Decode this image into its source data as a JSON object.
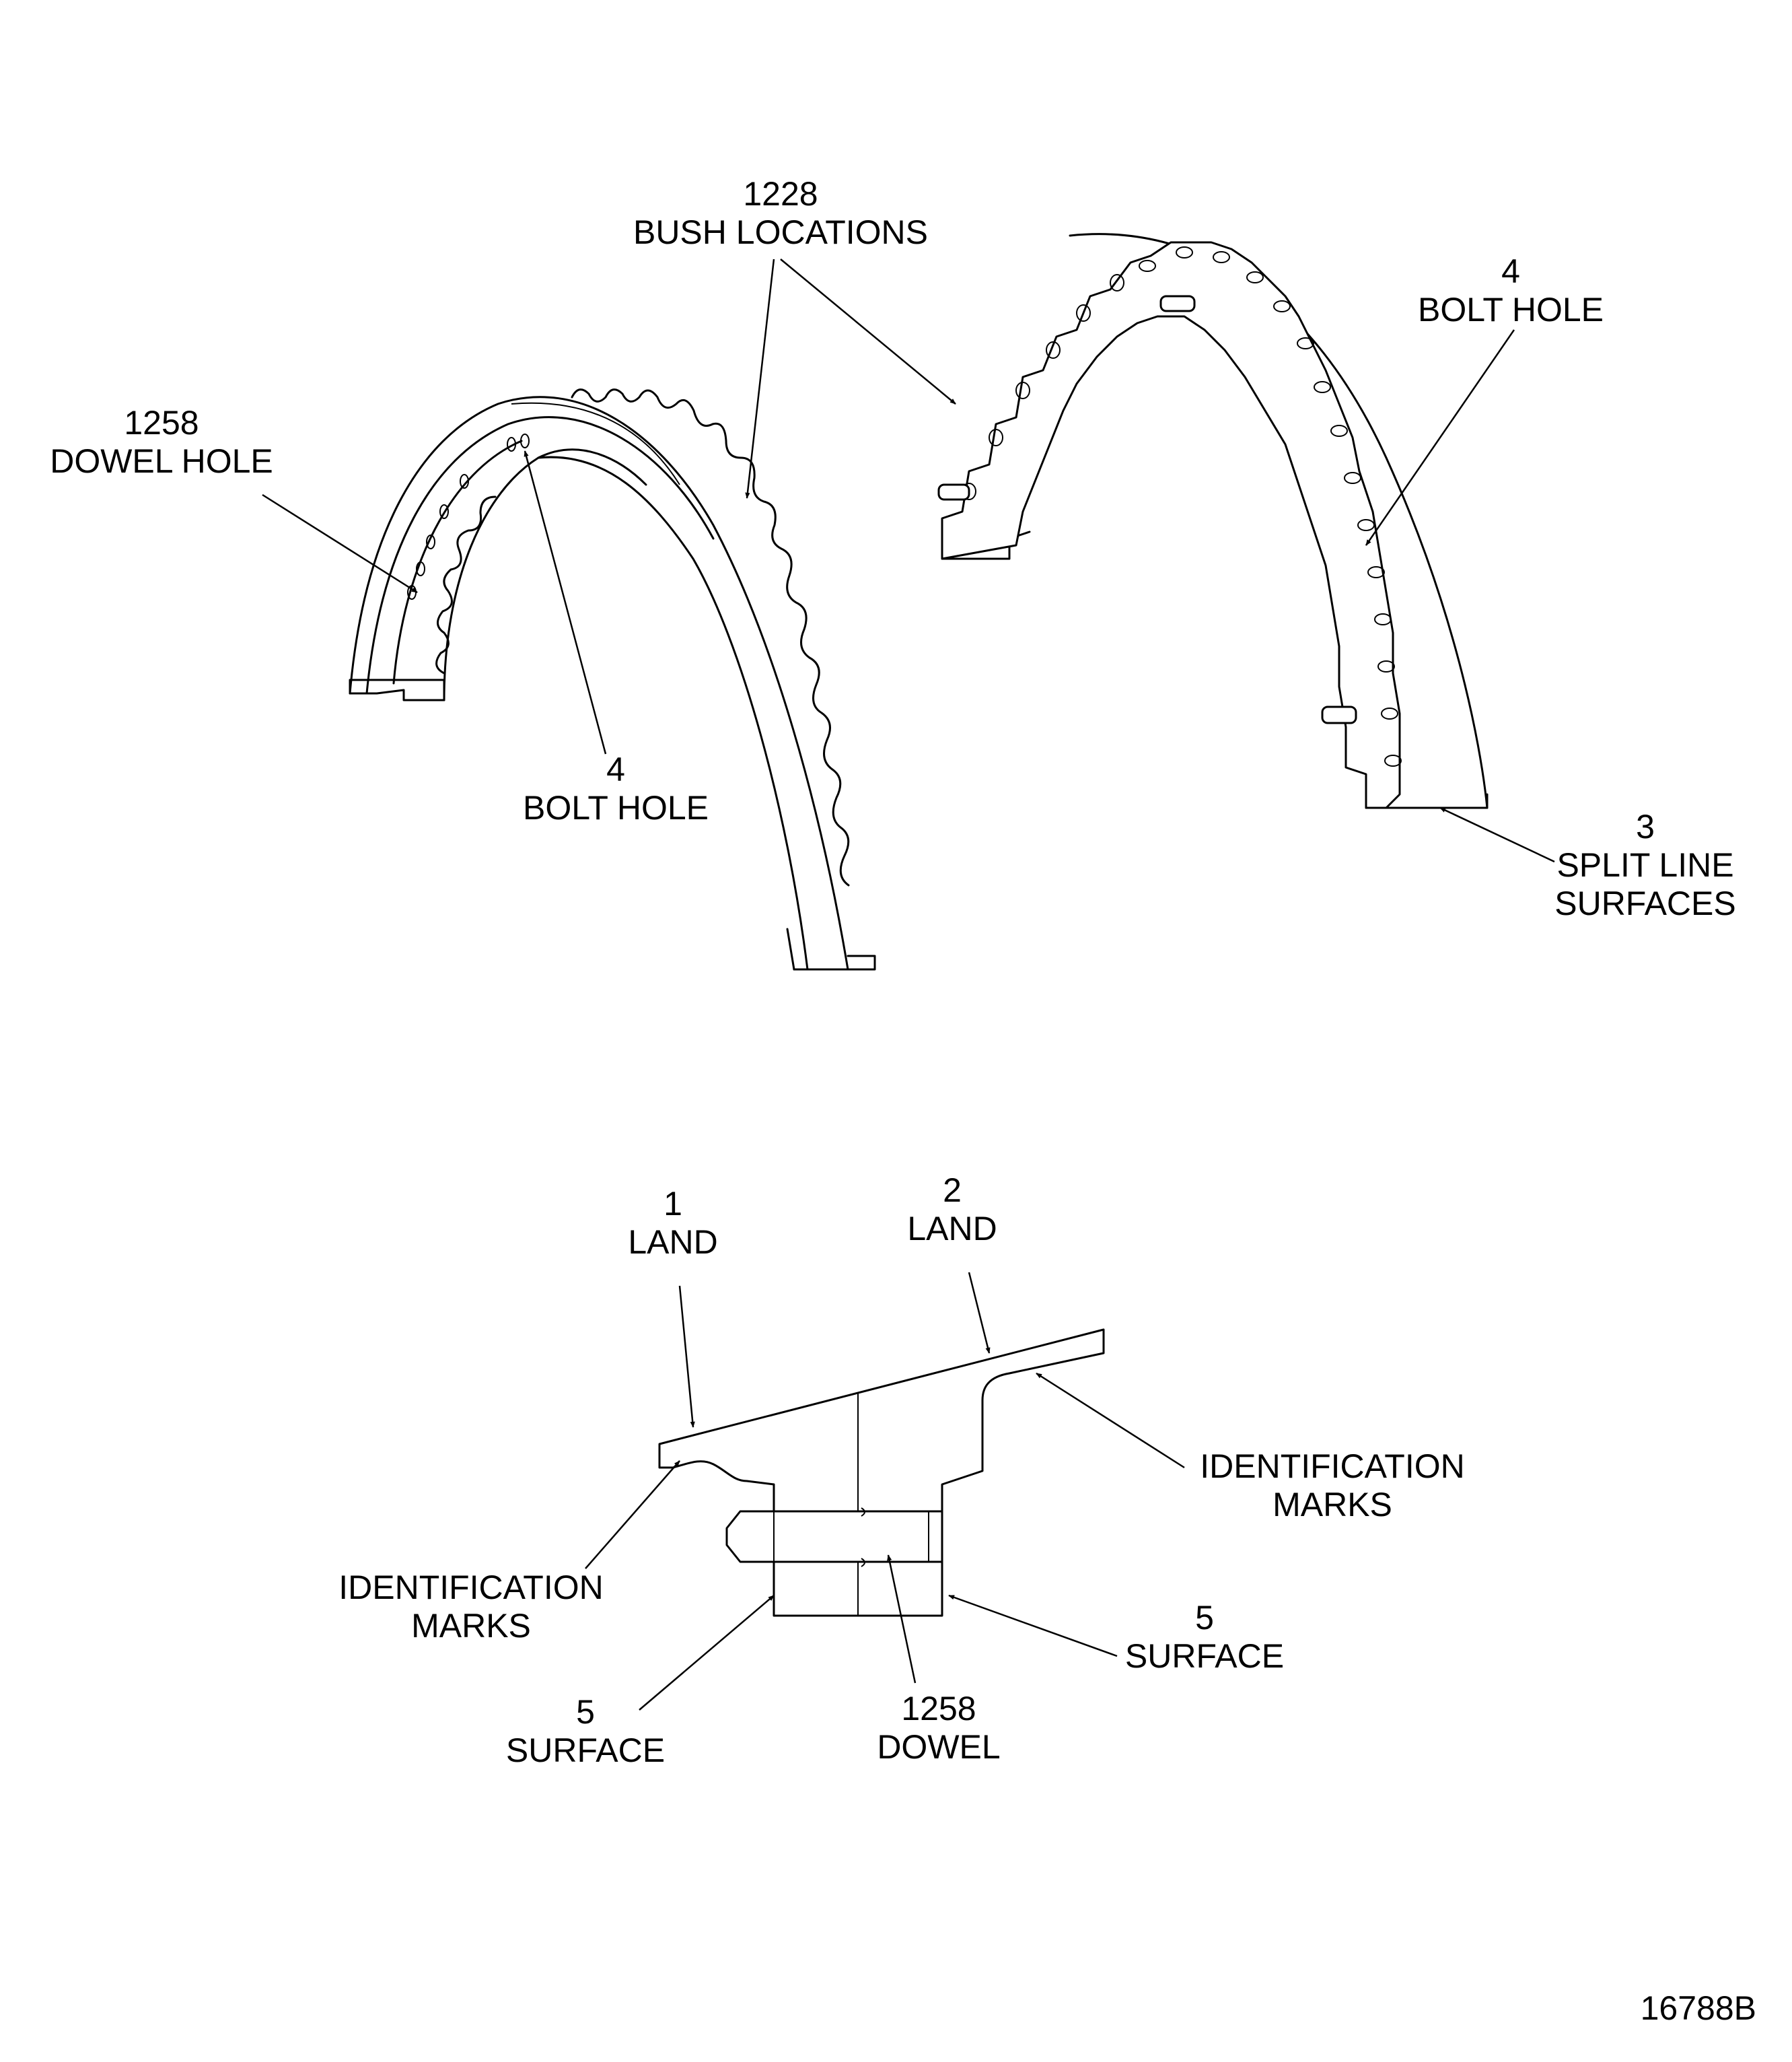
{
  "labels": {
    "bush_num": "1228",
    "bush_text": "BUSH LOCATIONS",
    "dowel_hole_num": "1258",
    "dowel_hole_text": "DOWEL HOLE",
    "bolt_hole_left_num": "4",
    "bolt_hole_left_text": "BOLT HOLE",
    "bolt_hole_right_num": "4",
    "bolt_hole_right_text": "BOLT HOLE",
    "split_num": "3",
    "split_text1": "SPLIT LINE",
    "split_text2": "SURFACES",
    "land1_num": "1",
    "land1_text": "LAND",
    "land2_num": "2",
    "land2_text": "LAND",
    "ident_right_text1": "IDENTIFICATION",
    "ident_right_text2": "MARKS",
    "ident_left_text1": "IDENTIFICATION",
    "ident_left_text2": "MARKS",
    "surface_left_num": "5",
    "surface_left_text": "SURFACE",
    "surface_right_num": "5",
    "surface_right_text": "SURFACE",
    "dowel_num": "1258",
    "dowel_text": "DOWEL",
    "figure_id": "16788B"
  }
}
